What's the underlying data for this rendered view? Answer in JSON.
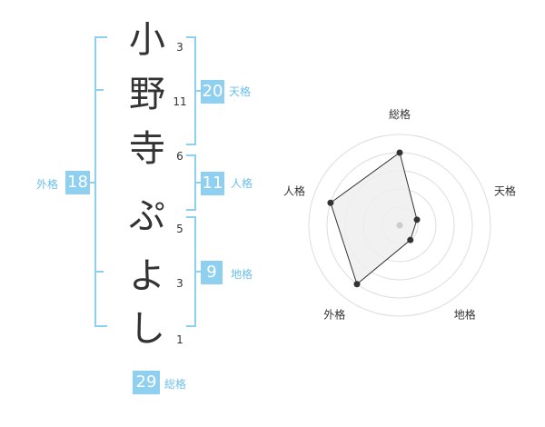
{
  "name": {
    "chars": [
      {
        "char": "小",
        "strokes": "3"
      },
      {
        "char": "野",
        "strokes": "11"
      },
      {
        "char": "寺",
        "strokes": "6"
      },
      {
        "char": "ぷ",
        "strokes": "5"
      },
      {
        "char": "よ",
        "strokes": "3"
      },
      {
        "char": "し",
        "strokes": "1"
      }
    ]
  },
  "fortune": {
    "tenkaku": {
      "label": "天格",
      "value": "20"
    },
    "jinkaku": {
      "label": "人格",
      "value": "11"
    },
    "chikaku": {
      "label": "地格",
      "value": "9"
    },
    "gaikaku": {
      "label": "外格",
      "value": "18"
    },
    "soukaku": {
      "label": "総格",
      "value": "29"
    }
  },
  "colors": {
    "accent": "#8fd0f0",
    "label": "#6cc0ea",
    "text": "#333333",
    "grid": "#dddddd",
    "fill": "#eeeeee"
  },
  "chart_data": {
    "type": "radar",
    "axes": [
      "総格",
      "天格",
      "地格",
      "外格",
      "人格"
    ],
    "levels": 5,
    "values": [
      4,
      1,
      1,
      4,
      4
    ]
  }
}
